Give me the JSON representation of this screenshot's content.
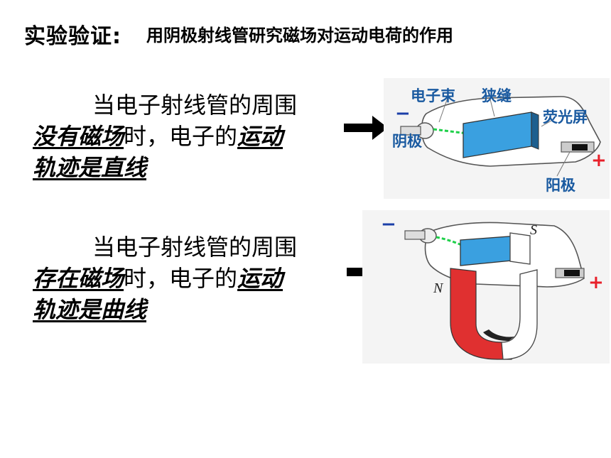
{
  "title": {
    "main": "实验验证:",
    "sub": "用阴极射线管研究磁场对运动电荷的作用"
  },
  "case_no_field": {
    "line1": "当电子射线管的周围",
    "emph1": "没有磁场",
    "mid": "时，电子的",
    "emph2": "运动",
    "emph3": "轨迹是直线"
  },
  "case_with_field": {
    "line1": "当电子射线管的周围",
    "emph1": "存在磁场",
    "mid": "时，电子的",
    "emph2": "运动",
    "emph3": "轨迹是曲线"
  },
  "figure1": {
    "label_beam": "电子束",
    "label_slit": "狭缝",
    "label_screen": "荧光屏",
    "label_cathode": "阴极",
    "label_anode": "阳极",
    "sign_minus": "−",
    "sign_plus": "+"
  },
  "figure2": {
    "label_s": "S",
    "label_n": "N",
    "sign_minus": "−",
    "sign_plus": "+"
  },
  "colors": {
    "sign": "#e8202a",
    "minus": "#1b3fa8",
    "label_blue": "#1a5aa0",
    "screen": "#3aa0e0",
    "magnet_red": "#e03030"
  }
}
